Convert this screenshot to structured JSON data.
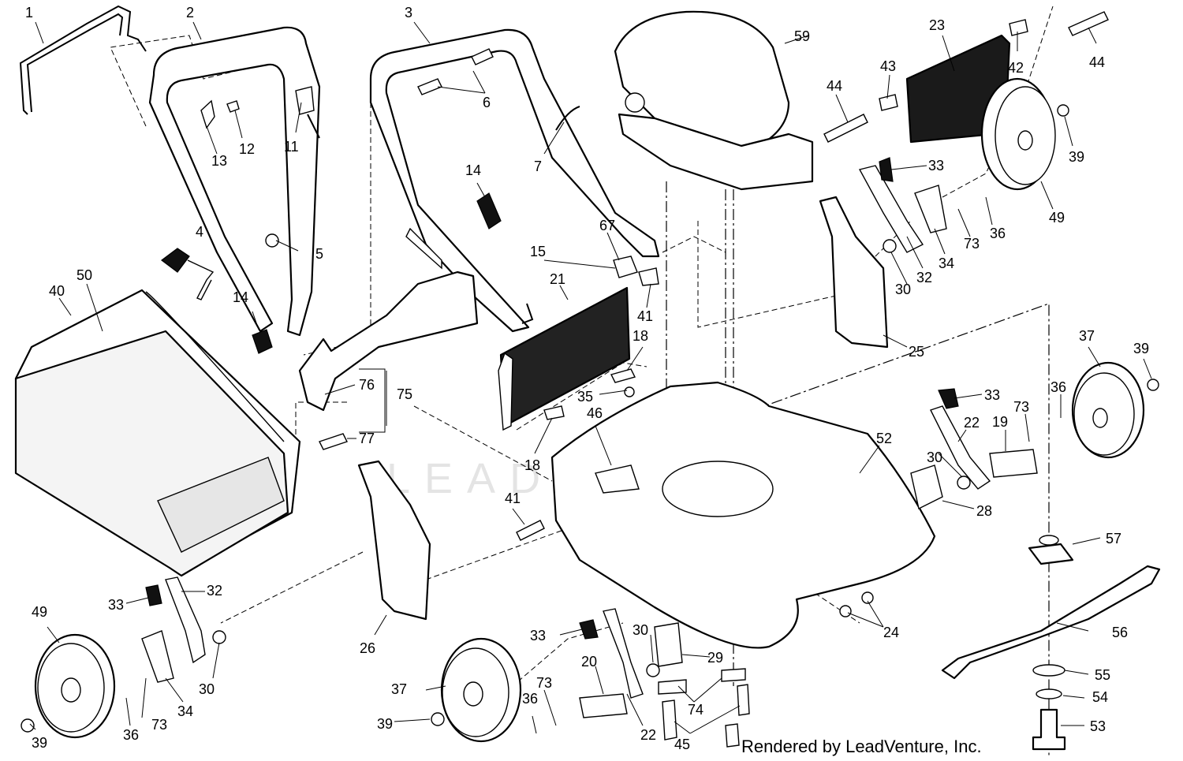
{
  "footer": {
    "credit": "Rendered by LeadVenture, Inc."
  },
  "watermark": {
    "text": "LEADVENTURE"
  },
  "callouts": [
    {
      "id": "1",
      "label": "1"
    },
    {
      "id": "2",
      "label": "2"
    },
    {
      "id": "3",
      "label": "3"
    },
    {
      "id": "4",
      "label": "4"
    },
    {
      "id": "5",
      "label": "5"
    },
    {
      "id": "6",
      "label": "6"
    },
    {
      "id": "7",
      "label": "7"
    },
    {
      "id": "11",
      "label": "11"
    },
    {
      "id": "12",
      "label": "12"
    },
    {
      "id": "13",
      "label": "13"
    },
    {
      "id": "14a",
      "label": "14"
    },
    {
      "id": "14b",
      "label": "14"
    },
    {
      "id": "15",
      "label": "15"
    },
    {
      "id": "18a",
      "label": "18"
    },
    {
      "id": "18b",
      "label": "18"
    },
    {
      "id": "19",
      "label": "19"
    },
    {
      "id": "20",
      "label": "20"
    },
    {
      "id": "21",
      "label": "21"
    },
    {
      "id": "22a",
      "label": "22"
    },
    {
      "id": "22b",
      "label": "22"
    },
    {
      "id": "23",
      "label": "23"
    },
    {
      "id": "24",
      "label": "24"
    },
    {
      "id": "25",
      "label": "25"
    },
    {
      "id": "26",
      "label": "26"
    },
    {
      "id": "28",
      "label": "28"
    },
    {
      "id": "29",
      "label": "29"
    },
    {
      "id": "30a",
      "label": "30"
    },
    {
      "id": "30b",
      "label": "30"
    },
    {
      "id": "30c",
      "label": "30"
    },
    {
      "id": "30d",
      "label": "30"
    },
    {
      "id": "32a",
      "label": "32"
    },
    {
      "id": "32b",
      "label": "32"
    },
    {
      "id": "33a",
      "label": "33"
    },
    {
      "id": "33b",
      "label": "33"
    },
    {
      "id": "33c",
      "label": "33"
    },
    {
      "id": "33d",
      "label": "33"
    },
    {
      "id": "34a",
      "label": "34"
    },
    {
      "id": "34b",
      "label": "34"
    },
    {
      "id": "35",
      "label": "35"
    },
    {
      "id": "36a",
      "label": "36"
    },
    {
      "id": "36b",
      "label": "36"
    },
    {
      "id": "36c",
      "label": "36"
    },
    {
      "id": "36d",
      "label": "36"
    },
    {
      "id": "37a",
      "label": "37"
    },
    {
      "id": "37b",
      "label": "37"
    },
    {
      "id": "39a",
      "label": "39"
    },
    {
      "id": "39b",
      "label": "39"
    },
    {
      "id": "39c",
      "label": "39"
    },
    {
      "id": "39d",
      "label": "39"
    },
    {
      "id": "40",
      "label": "40"
    },
    {
      "id": "41a",
      "label": "41"
    },
    {
      "id": "41b",
      "label": "41"
    },
    {
      "id": "42",
      "label": "42"
    },
    {
      "id": "43",
      "label": "43"
    },
    {
      "id": "44a",
      "label": "44"
    },
    {
      "id": "44b",
      "label": "44"
    },
    {
      "id": "45",
      "label": "45"
    },
    {
      "id": "46",
      "label": "46"
    },
    {
      "id": "49a",
      "label": "49"
    },
    {
      "id": "49b",
      "label": "49"
    },
    {
      "id": "50",
      "label": "50"
    },
    {
      "id": "52",
      "label": "52"
    },
    {
      "id": "53",
      "label": "53"
    },
    {
      "id": "54",
      "label": "54"
    },
    {
      "id": "55",
      "label": "55"
    },
    {
      "id": "56",
      "label": "56"
    },
    {
      "id": "57",
      "label": "57"
    },
    {
      "id": "59",
      "label": "59"
    },
    {
      "id": "67",
      "label": "67"
    },
    {
      "id": "73a",
      "label": "73"
    },
    {
      "id": "73b",
      "label": "73"
    },
    {
      "id": "73c",
      "label": "73"
    },
    {
      "id": "73d",
      "label": "73"
    },
    {
      "id": "74",
      "label": "74"
    },
    {
      "id": "75",
      "label": "75"
    },
    {
      "id": "76",
      "label": "76"
    },
    {
      "id": "77",
      "label": "77"
    }
  ]
}
